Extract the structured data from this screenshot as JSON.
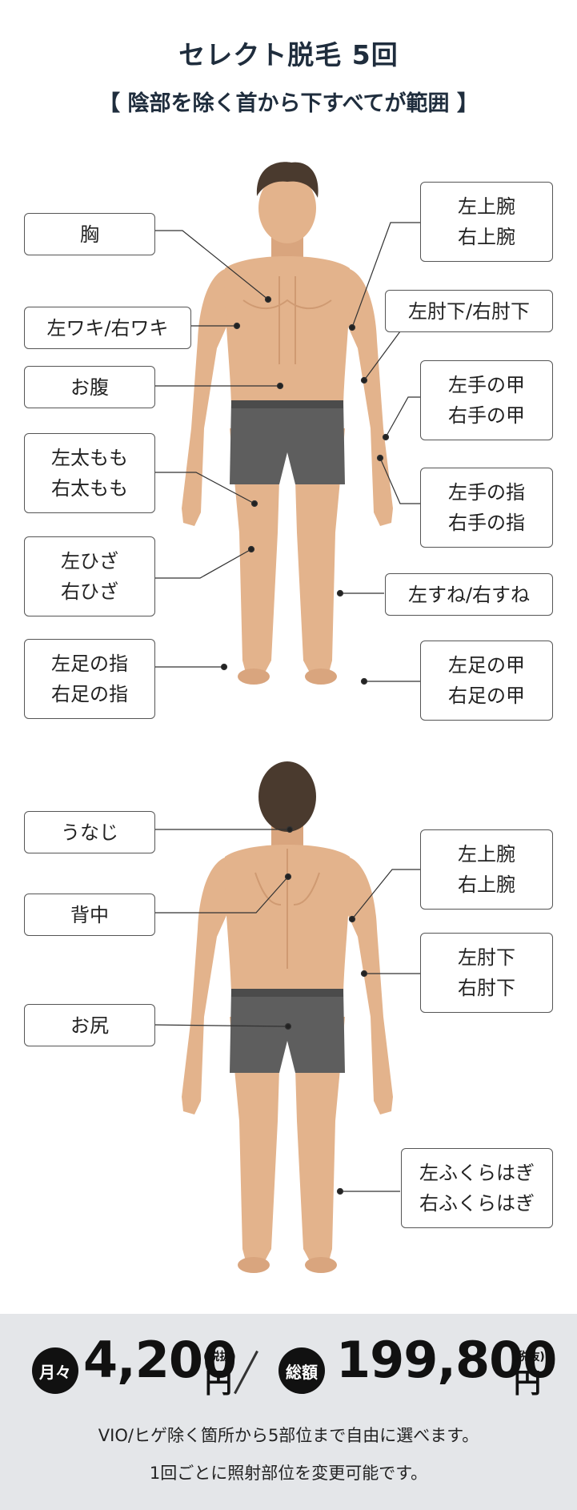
{
  "title": "セレクト脱毛 5回",
  "subtitle": "【 陰部を除く首から下すべてが範囲 】",
  "front_labels": {
    "chest": [
      "胸"
    ],
    "armpit": [
      "左ワキ/右ワキ"
    ],
    "belly": [
      "お腹"
    ],
    "thigh": [
      "左太もも",
      "右太もも"
    ],
    "knee": [
      "左ひざ",
      "右ひざ"
    ],
    "toes": [
      "左足の指",
      "右足の指"
    ],
    "upper_arm": [
      "左上腕",
      "右上腕"
    ],
    "forearm": [
      "左肘下/右肘下"
    ],
    "hand_back": [
      "左手の甲",
      "右手の甲"
    ],
    "fingers": [
      "左手の指",
      "右手の指"
    ],
    "shin": [
      "左すね/右すね"
    ],
    "foot_back": [
      "左足の甲",
      "右足の甲"
    ]
  },
  "back_labels": {
    "nape": [
      "うなじ"
    ],
    "back": [
      "背中"
    ],
    "buttocks": [
      "お尻"
    ],
    "upper_arm": [
      "左上腕",
      "右上腕"
    ],
    "forearm": [
      "左肘下",
      "右肘下"
    ],
    "calf": [
      "左ふくらはぎ",
      "右ふくらはぎ"
    ]
  },
  "price": {
    "monthly_badge": "月々",
    "monthly_amount": "4,200",
    "total_badge": "総額",
    "total_amount": "199,800",
    "yen": "円",
    "tax_note": "(税抜)"
  },
  "notes": [
    "VIO/ヒゲ除く箇所から5部位まで自由に選べます。",
    "1回ごとに照射部位を変更可能です。"
  ],
  "colors": {
    "skin": "#e3b38c",
    "skin_shade": "#cf9a72",
    "hair": "#4a3a2e",
    "underwear": "#5e5e5e",
    "panel": "#e4e6e9",
    "title": "#1f2d3d"
  }
}
